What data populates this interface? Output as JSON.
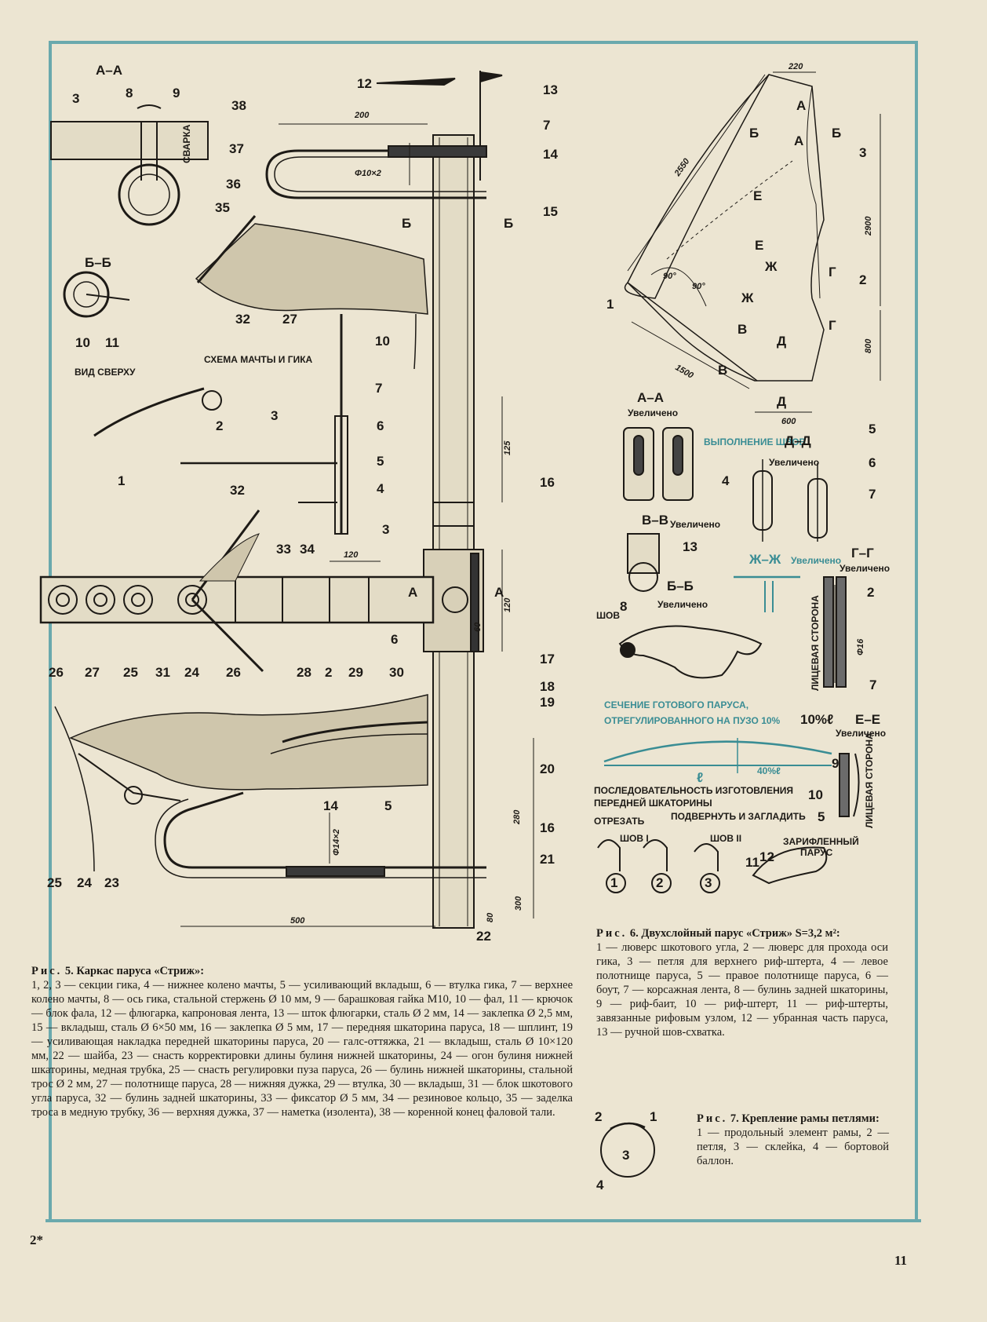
{
  "page": {
    "number": "11",
    "signature": "2*"
  },
  "fig5": {
    "labels": {
      "aa": "А–А",
      "bb": "Б–Б",
      "view_top": "ВИД СВЕРХУ",
      "scheme": "СХЕМА МАЧТЫ И ГИКА",
      "weld": "СВАРКА"
    },
    "caption_prefix": "Рис.",
    "caption_head": "5. Каркас паруса «Стриж»:",
    "caption_body": "1, 2, 3 — секции гика, 4 — нижнее колено мачты, 5 — усиливающий вкладыш, 6 — втулка гика, 7 — верхнее колено мачты, 8 — ось гика, стальной стержень Ø 10 мм, 9 — барашковая гайка М10, 10 — фал, 11 — крючок — блок фала, 12 — флюгарка, капроновая лента, 13 — шток флюгарки, сталь Ø 2 мм, 14 — заклепка Ø 2,5 мм, 15 — вкладыш, сталь Ø 6×50 мм, 16 — заклепка Ø 5 мм, 17 — передняя шкаторина паруса, 18 — шплинт, 19 — усиливающая накладка передней шкаторины паруса, 20 — галс-оттяжка, 21 — вкладыш, сталь Ø 10×120 мм, 22 — шайба, 23 — снасть корректировки длины булиня нижней шкаторины, 24 — огон булиня нижней шкаторины, медная трубка, 25 — снасть регулировки пуза паруса, 26 — булинь нижней шкаторины, стальной трос Ø 2 мм, 27 — полотнище паруса, 28 — нижняя дужка, 29 — втулка, 30 — вкладыш, 31 — блок шкотового угла паруса, 32 — булинь задней шкаторины, 33 — фиксатор Ø 5 мм, 34 — резиновое кольцо, 35 — заделка троса в медную трубку, 36 — верхняя дужка, 37 — наметка (изолента), 38 — коренной конец фаловой тали."
  },
  "fig6": {
    "labels": {
      "aa": "А–А",
      "enlarged": "Увеличено",
      "seam_exec": "ВЫПОЛНЕНИЕ ШВОВ",
      "dd": "Д–Д",
      "vv": "В–В",
      "bb": "Б–Б",
      "zhzh": "Ж–Ж",
      "gg": "Г–Г",
      "ee": "Е–Е",
      "front_side": "ЛИЦЕВАЯ СТОРОНА",
      "seam": "ШОВ",
      "section": "СЕЧЕНИЕ ГОТОВОГО ПАРУСА,",
      "section2": "ОТРЕГУЛИРОВАННОГО НА ПУЗО 10%",
      "pct10": "10%ℓ",
      "pct40": "40%ℓ",
      "l": "ℓ",
      "seq": "ПОСЛЕДОВАТЕЛЬНОСТЬ ИЗГОТОВЛЕНИЯ",
      "seq2": "ПЕРЕДНЕЙ ШКАТОРИНЫ",
      "cut": "ОТРЕЗАТЬ",
      "fold": "ПОДВЕРНУТЬ И ЗАГЛАДИТЬ",
      "seam1": "ШОВ I",
      "seam2": "ШОВ II",
      "reefed": "ЗАРИФЛЕННЫЙ",
      "reefed2": "ПАРУС"
    },
    "caption_prefix": "Рис.",
    "caption_head": "6. Двухслойный парус «Стриж» S=3,2 м²:",
    "caption_body": "1 — люверс шкотового угла, 2 — люверс для прохода оси гика, 3 — петля для верхнего риф-штерта, 4 — левое полотнище паруса, 5 — правое полотнище паруса, 6 — боут, 7 — корсажная лента, 8 — булинь задней шкаторины, 9 — риф-баит, 10 — риф-штерт, 11 — риф-штерты, завязанные рифовым узлом, 12 — убранная часть паруса, 13 — ручной шов-схватка."
  },
  "fig7": {
    "caption_prefix": "Рис.",
    "caption_head": "7. Крепление рамы петлями:",
    "caption_body": "1 — продольный элемент рамы, 2 — петля, 3 — склейка, 4 — бортовой баллон."
  },
  "dimensions": {
    "d200": "200",
    "d10x2": "Φ10×2",
    "d125": "125",
    "d120a": "120",
    "d120b": "120",
    "d60": "60",
    "d14x2": "Φ14×2",
    "d280": "280",
    "d500": "500",
    "d300": "300",
    "d80": "80",
    "d220": "220",
    "d2550": "2550",
    "d2900": "2900",
    "d1500": "1500",
    "d800": "800",
    "d600": "600",
    "d90a": "90°",
    "d90b": "90°",
    "d16": "Φ16"
  }
}
